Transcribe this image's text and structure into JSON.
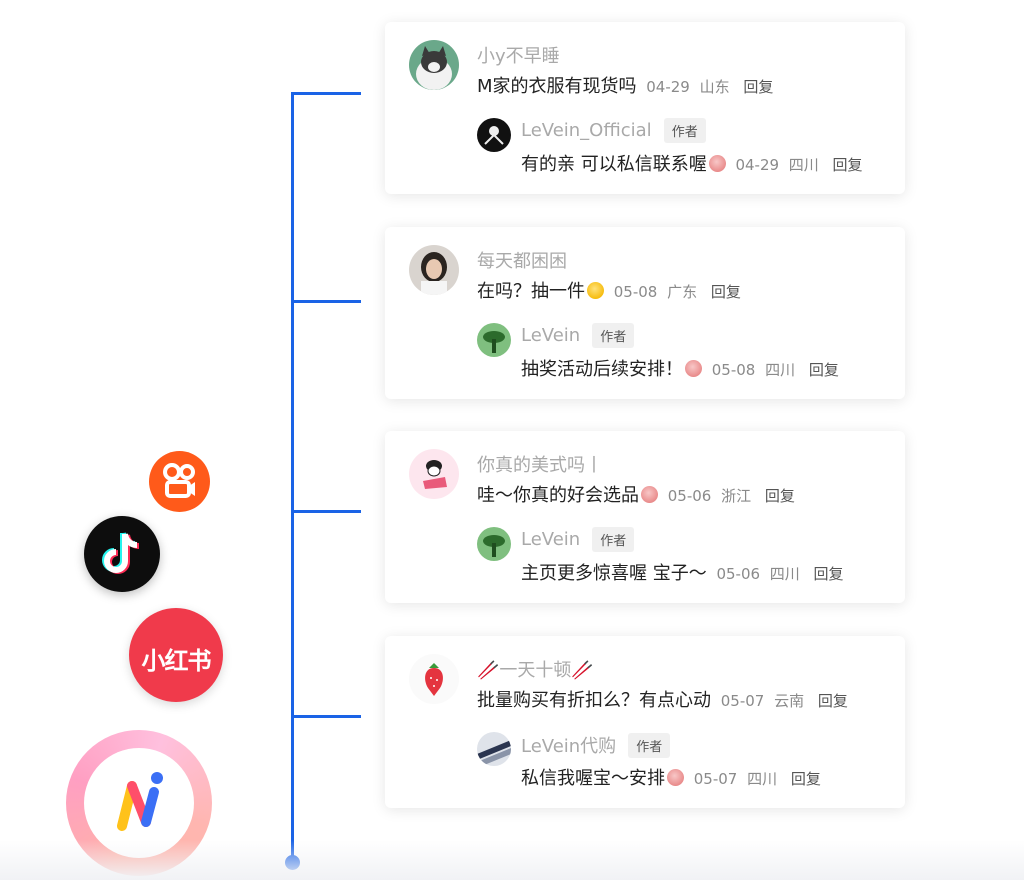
{
  "comments": [
    {
      "username": "小y不早睡",
      "text": "M家的衣服有现货吗",
      "time": "04-29",
      "region": "山东",
      "reply_label": "回复",
      "reply": {
        "name": "LeVein_Official",
        "badge": "作者",
        "text": "有的亲 可以私信联系喔",
        "time": "04-29",
        "region": "四川",
        "reply_label": "回复"
      }
    },
    {
      "username": "每天都困困",
      "text": "在吗？抽一件",
      "time": "05-08",
      "region": "广东",
      "reply_label": "回复",
      "reply": {
        "name": "LeVein",
        "badge": "作者",
        "text": "抽奖活动后续安排！",
        "time": "05-08",
        "region": "四川",
        "reply_label": "回复"
      }
    },
    {
      "username": "你真的美式吗丨",
      "text": "哇～你真的好会选品",
      "time": "05-06",
      "region": "浙江",
      "reply_label": "回复",
      "reply": {
        "name": "LeVein",
        "badge": "作者",
        "text": "主页更多惊喜喔 宝子～",
        "time": "05-06",
        "region": "四川",
        "reply_label": "回复"
      }
    },
    {
      "username": "🥢一天十顿🥢",
      "text": "批量购买有折扣么？有点心动",
      "time": "05-07",
      "region": "云南",
      "reply_label": "回复",
      "reply": {
        "name": "LeVein代购",
        "badge": "作者",
        "text": "私信我喔宝～安排",
        "time": "05-07",
        "region": "四川",
        "reply_label": "回复"
      }
    }
  ],
  "apps": {
    "xiaohongshu_label": "小红书"
  },
  "colors": {
    "timeline": "#1a63e6",
    "kuaishou": "#ff5a1a",
    "xiaohongshu": "#f03a4b"
  }
}
